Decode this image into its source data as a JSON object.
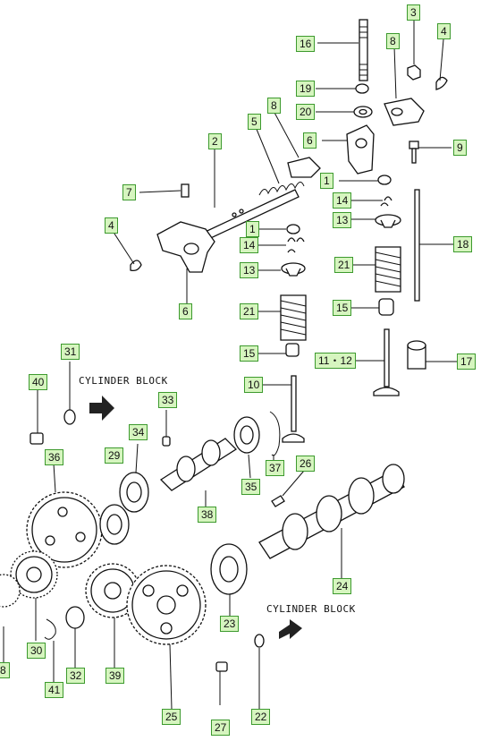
{
  "captions": {
    "cylinder_block_top": "CYLINDER BLOCK",
    "cylinder_block_bottom": "CYLINDER BLOCK"
  },
  "labels": {
    "l3": "3",
    "l4a": "4",
    "l8a": "8",
    "l16": "16",
    "l19": "19",
    "l20": "20",
    "l5": "5",
    "l8b": "8",
    "l6a": "6",
    "l9": "9",
    "l2": "2",
    "l7": "7",
    "l1a": "1",
    "l14a": "14",
    "l13a": "13",
    "l4b": "4",
    "l1b": "1",
    "l14b": "14",
    "l13b": "13",
    "l6b": "6",
    "l21a": "21",
    "l18": "18",
    "l21b": "21",
    "l15a": "15",
    "l15b": "15",
    "l11_12": "11・12",
    "l17": "17",
    "l10": "10",
    "l31": "31",
    "l40": "40",
    "l33": "33",
    "l34": "34",
    "l36": "36",
    "l29": "29",
    "l37": "37",
    "l35": "35",
    "l26": "26",
    "l38": "38",
    "l24": "24",
    "l30": "30",
    "l8c": "8",
    "l41": "41",
    "l32": "32",
    "l39": "39",
    "l23": "23",
    "l25": "25",
    "l27": "27",
    "l22": "22"
  }
}
